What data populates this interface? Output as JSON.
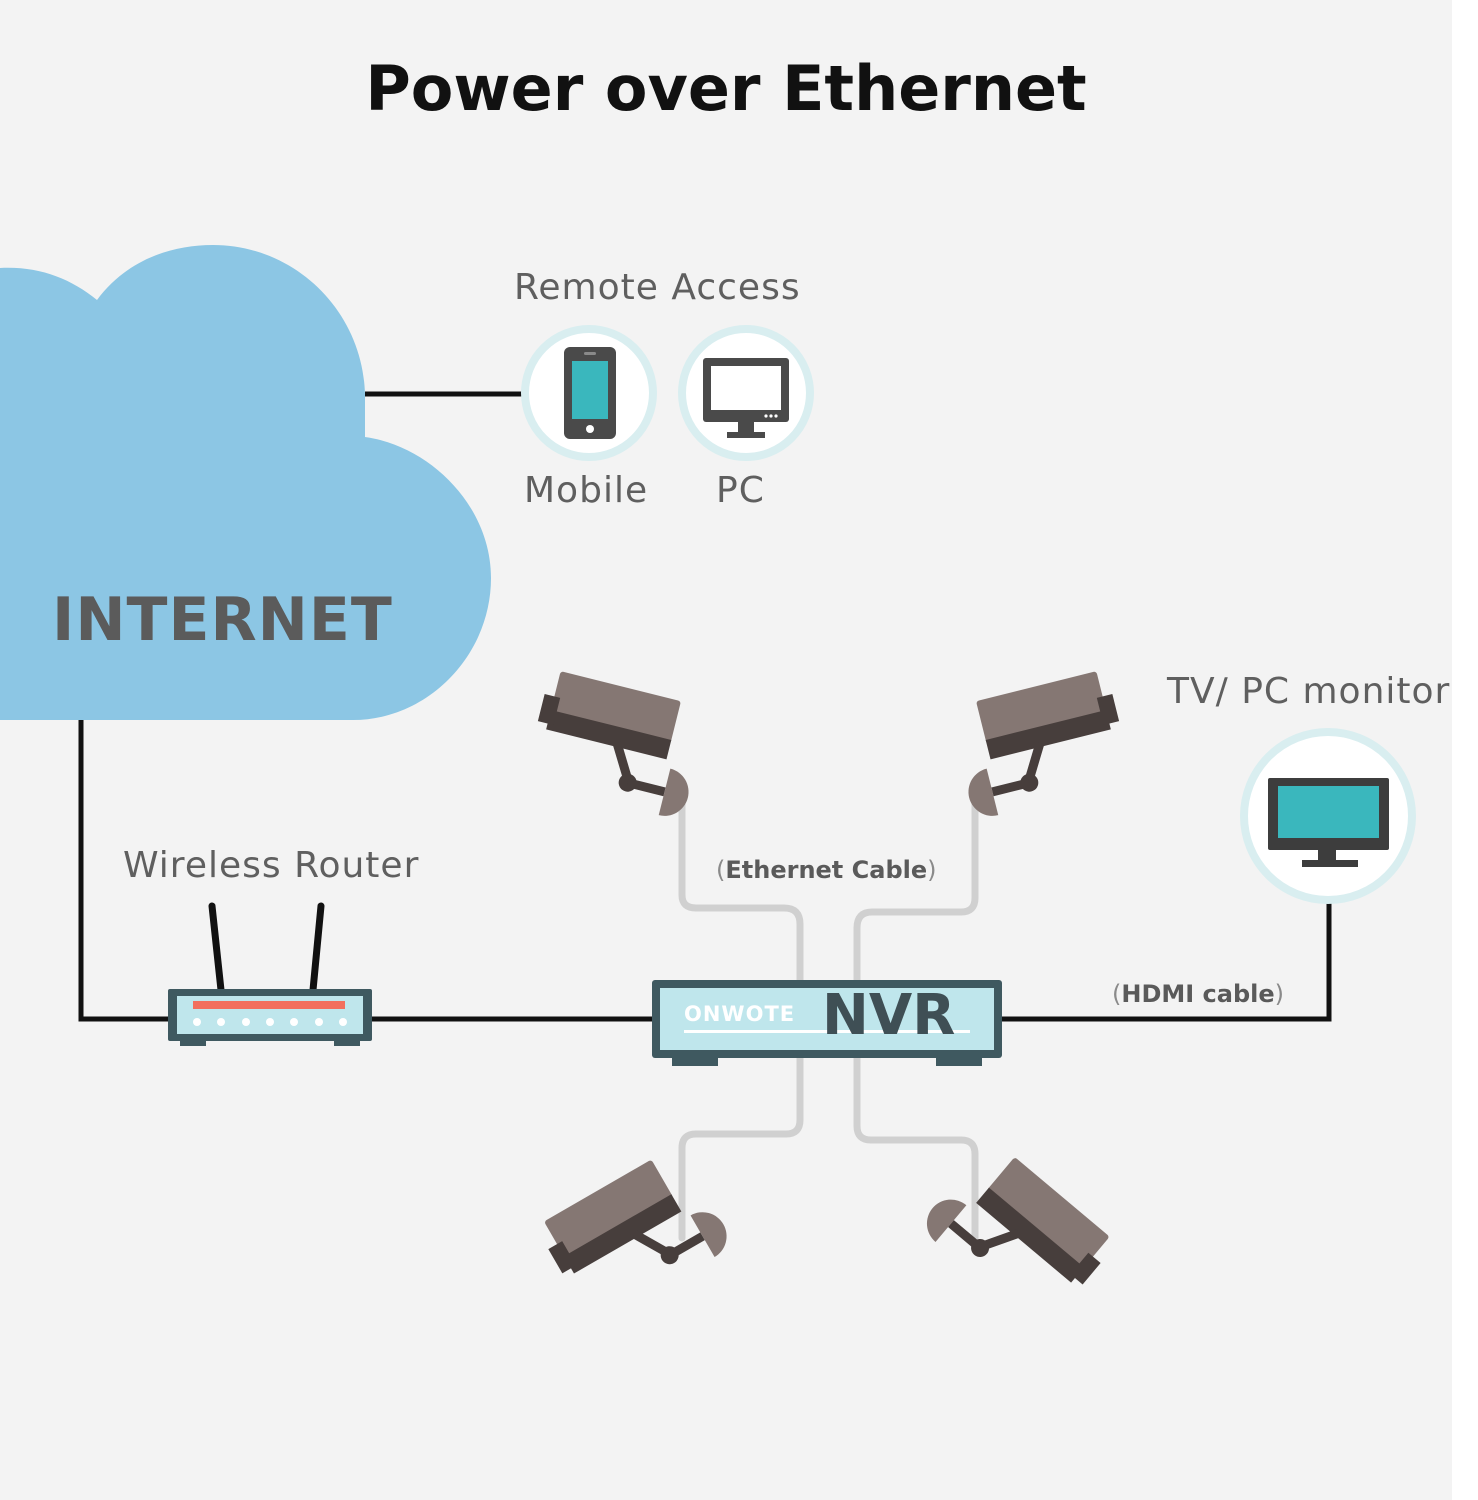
{
  "title": "Power over Ethernet",
  "cloud": {
    "label": "INTERNET"
  },
  "remote_access": {
    "heading": "Remote Access",
    "devices": [
      {
        "label": "Mobile",
        "icon": "mobile-phone-icon"
      },
      {
        "label": "PC",
        "icon": "pc-monitor-icon"
      }
    ]
  },
  "router": {
    "label": "Wireless Router"
  },
  "nvr": {
    "brand": "ONWOTE",
    "label": "NVR"
  },
  "display": {
    "label": "TV/ PC monitor",
    "icon": "tv-monitor-icon"
  },
  "cables": {
    "ethernet": {
      "open": "(",
      "text": "Ethernet Cable",
      "close": ")"
    },
    "hdmi": {
      "open": "(",
      "text": "HDMI cable",
      "close": ")"
    }
  },
  "cameras": [
    {
      "icon": "security-camera-icon"
    },
    {
      "icon": "security-camera-icon"
    },
    {
      "icon": "security-camera-icon"
    },
    {
      "icon": "security-camera-icon"
    }
  ],
  "colors": {
    "background": "#f3f3f3",
    "cloud": "#8cc6e4",
    "device_ring": "#d9eef0",
    "accent_teal": "#3ab7bd",
    "nvr_body": "#bfe6ec",
    "nvr_border": "#3f5960",
    "router_light": "#f26f5e",
    "camera": "#857773",
    "wire": "#111111",
    "ethernet": "#d2d2d2"
  }
}
